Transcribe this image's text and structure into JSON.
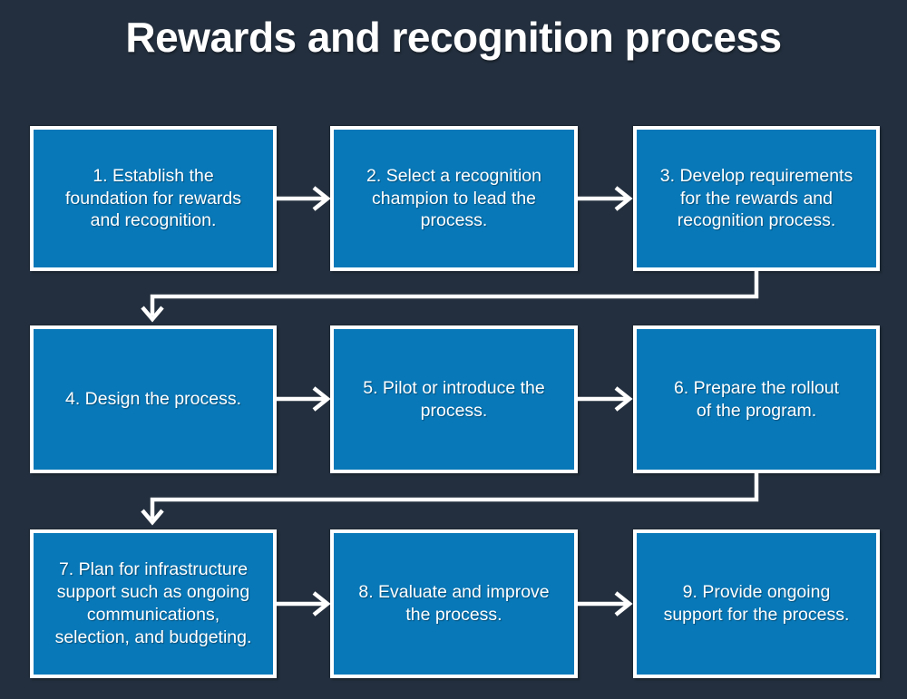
{
  "title": "Rewards and recognition process",
  "colors": {
    "background": "#232F3E",
    "box_fill": "#0878B8",
    "box_border": "#FFFFFF",
    "text": "#FFFFFF",
    "arrow": "#FFFFFF"
  },
  "steps": [
    {
      "number": 1,
      "label": "1. Establish the\nfoundation for rewards\nand recognition."
    },
    {
      "number": 2,
      "label": "2. Select a recognition\nchampion to lead the\nprocess."
    },
    {
      "number": 3,
      "label": "3. Develop requirements\nfor the rewards and\nrecognition process."
    },
    {
      "number": 4,
      "label": "4. Design the process."
    },
    {
      "number": 5,
      "label": "5. Pilot or introduce the\nprocess."
    },
    {
      "number": 6,
      "label": "6. Prepare the rollout\nof the program."
    },
    {
      "number": 7,
      "label": "7. Plan for infrastructure\nsupport such as ongoing\ncommunications,\nselection, and budgeting."
    },
    {
      "number": 8,
      "label": "8. Evaluate and improve\nthe process."
    },
    {
      "number": 9,
      "label": "9. Provide ongoing\nsupport for the process."
    }
  ],
  "connections": [
    {
      "from": 1,
      "to": 2,
      "shape": "straight-right"
    },
    {
      "from": 2,
      "to": 3,
      "shape": "straight-right"
    },
    {
      "from": 3,
      "to": 4,
      "shape": "elbow-down-left-down"
    },
    {
      "from": 4,
      "to": 5,
      "shape": "straight-right"
    },
    {
      "from": 5,
      "to": 6,
      "shape": "straight-right"
    },
    {
      "from": 6,
      "to": 7,
      "shape": "elbow-down-left-down"
    },
    {
      "from": 7,
      "to": 8,
      "shape": "straight-right"
    },
    {
      "from": 8,
      "to": 9,
      "shape": "straight-right"
    }
  ]
}
